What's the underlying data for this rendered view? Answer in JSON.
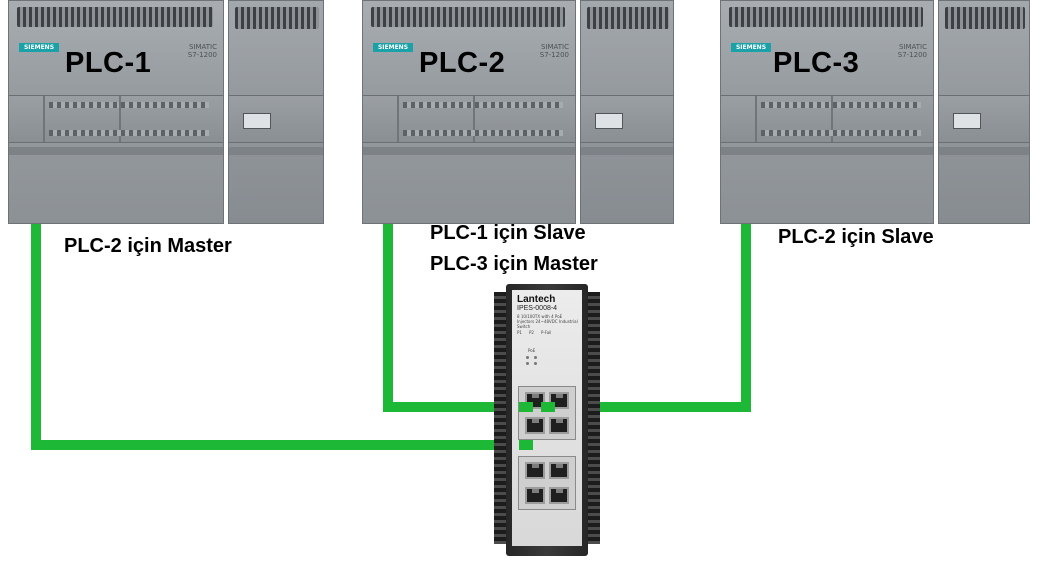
{
  "plcs": [
    {
      "title": "PLC-1",
      "brand": "SIEMENS",
      "series": "SIMATIC S7-1200",
      "caption": "PLC-2 için Master"
    },
    {
      "title": "PLC-2",
      "brand": "SIEMENS",
      "series": "SIMATIC S7-1200",
      "caption_line1": "PLC-1 için Slave",
      "caption_line2": "PLC-3 için Master"
    },
    {
      "title": "PLC-3",
      "brand": "SIEMENS",
      "series": "SIMATIC S7-1200",
      "caption": "PLC-2 için Slave"
    }
  ],
  "switch": {
    "brand": "Lantech",
    "model": "IPES-0008-4",
    "description": "8 10/100TX with 4 PoE Injectors 24~48VDC Industrial Switch",
    "power_labels": [
      "P1",
      "P2",
      "P-Fail"
    ],
    "poe_label": "PoE",
    "port_count": 8
  },
  "colors": {
    "link": "#1db836",
    "plc_body": "#979ca1",
    "siemens_teal": "#1aa2a8",
    "switch_body": "#2f2f2f"
  },
  "icons": [
    "plc-unit-icon",
    "ethernet-switch-icon",
    "rj45-port-icon"
  ]
}
